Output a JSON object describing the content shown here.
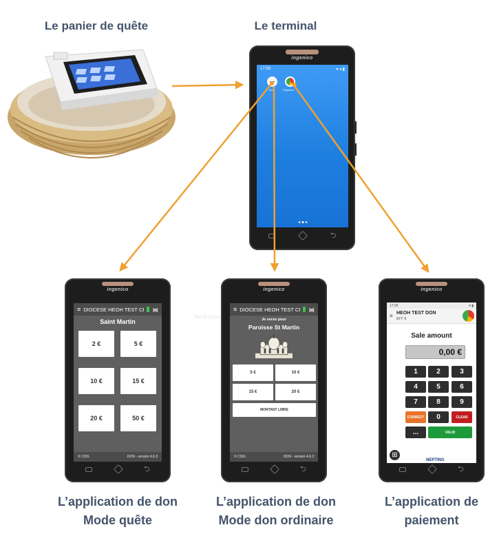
{
  "captions": {
    "basket": "Le panier de quête",
    "terminal": "Le terminal",
    "quete_line1": "L’application de don",
    "quete_line2": "Mode quête",
    "ordinaire_line1": "L’application de don",
    "ordinaire_line2": "Mode don ordinaire",
    "paiement_line1": "L’application de",
    "paiement_line2": "paiement"
  },
  "device": {
    "brand": "ingenico"
  },
  "terminal_home": {
    "time": "17:58",
    "apps": [
      "Don",
      "Payment"
    ]
  },
  "quete_app": {
    "header": "DIOCESE HEOH TEST CEF",
    "location": "Saint Martin",
    "amounts": [
      "2 €",
      "5 €",
      "10 €",
      "15 €",
      "20 €",
      "50 €"
    ],
    "footer_left": "© CISS",
    "footer_right": "DON - version 4.6.3"
  },
  "ordinaire_app": {
    "header": "DIOCESE HEOH TEST CEF",
    "subtitle": "Je verse pour",
    "location": "Paroisse St Martin",
    "amounts": [
      "5 €",
      "10 €",
      "15 €",
      "20 €"
    ],
    "free_amount": "MONTANT LIBRE",
    "footer_left": "© CISS",
    "footer_right": "DON - version 4.6.3",
    "watermark": "Sacré-Cœur"
  },
  "payment_app": {
    "time": "17:05",
    "title": "HEOH TEST DON",
    "eft": "EFT: 6",
    "sale_label": "Sale amount",
    "amount": "0,00 €",
    "keys": [
      "1",
      "2",
      "3",
      "4",
      "5",
      "6",
      "7",
      "8",
      "9"
    ],
    "correct": "CORRECT",
    "zero": "0",
    "clear": "CLEAR",
    "dots": "...",
    "valid": "VALID",
    "logo": "NEPTING"
  },
  "colors": {
    "caption": "#44546a",
    "arrow": "#f0a030",
    "correct": "#e8742a",
    "clear": "#c01f1f",
    "valid": "#1f9a3b"
  }
}
